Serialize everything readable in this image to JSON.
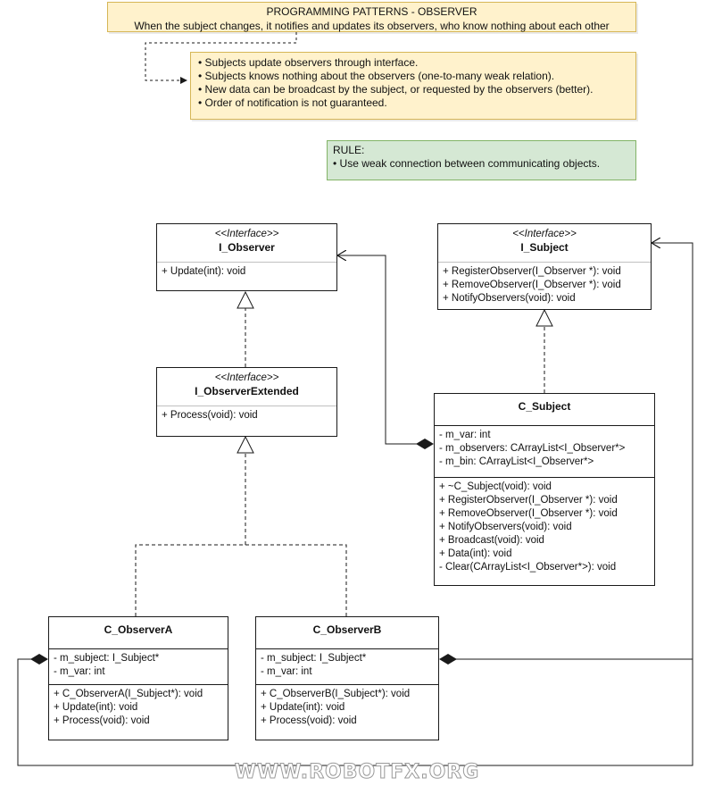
{
  "header": {
    "title": "PROGRAMMING PATTERNS - OBSERVER",
    "subtitle": "When the subject changes, it notifies and updates its observers, who know nothing about each other"
  },
  "facts": {
    "items": [
      "Subjects update observers through interface.",
      "Subjects knows nothing about the observers (one-to-many weak relation).",
      "New data can be broadcast by the subject, or requested by the observers (better).",
      "Order of notification is not guaranteed."
    ]
  },
  "rule": {
    "title": "RULE:",
    "items": [
      "Use weak connection between communicating objects."
    ]
  },
  "classes": {
    "i_observer": {
      "stereotype": "<<Interface>>",
      "name": "I_Observer",
      "methods": [
        "+ Update(int): void"
      ]
    },
    "i_observer_extended": {
      "stereotype": "<<Interface>>",
      "name": "I_ObserverExtended",
      "methods": [
        "+ Process(void): void"
      ]
    },
    "i_subject": {
      "stereotype": "<<Interface>>",
      "name": "I_Subject",
      "methods": [
        "+ RegisterObserver(I_Observer *): void",
        "+ RemoveObserver(I_Observer *): void",
        "+ NotifyObservers(void): void"
      ]
    },
    "c_subject": {
      "name": "C_Subject",
      "fields": [
        "- m_var: int",
        "- m_observers: CArrayList<I_Observer*>",
        "- m_bin: CArrayList<I_Observer*>"
      ],
      "methods": [
        "+ ~C_Subject(void): void",
        "+ RegisterObserver(I_Observer *): void",
        "+ RemoveObserver(I_Observer *): void",
        "+ NotifyObservers(void): void",
        "+ Broadcast(void): void",
        "+ Data(int): void",
        "- Clear(CArrayList<I_Observer*>): void"
      ]
    },
    "c_observer_a": {
      "name": "C_ObserverA",
      "fields": [
        "- m_subject: I_Subject*",
        "- m_var: int"
      ],
      "methods": [
        "+ C_ObserverA(I_Subject*): void",
        "+ Update(int): void",
        "+ Process(void): void"
      ]
    },
    "c_observer_b": {
      "name": "C_ObserverB",
      "fields": [
        "- m_subject: I_Subject*",
        "- m_var: int"
      ],
      "methods": [
        "+ C_ObserverB(I_Subject*): void",
        "+ Update(int): void",
        "+ Process(void): void"
      ]
    }
  },
  "watermark": "WWW.ROBOTFX.ORG",
  "colors": {
    "note_fill": "#fff2cc",
    "note_border": "#d6b656",
    "rule_fill": "#d5e8d4",
    "rule_border": "#82b366",
    "line": "#1a1a1a"
  }
}
